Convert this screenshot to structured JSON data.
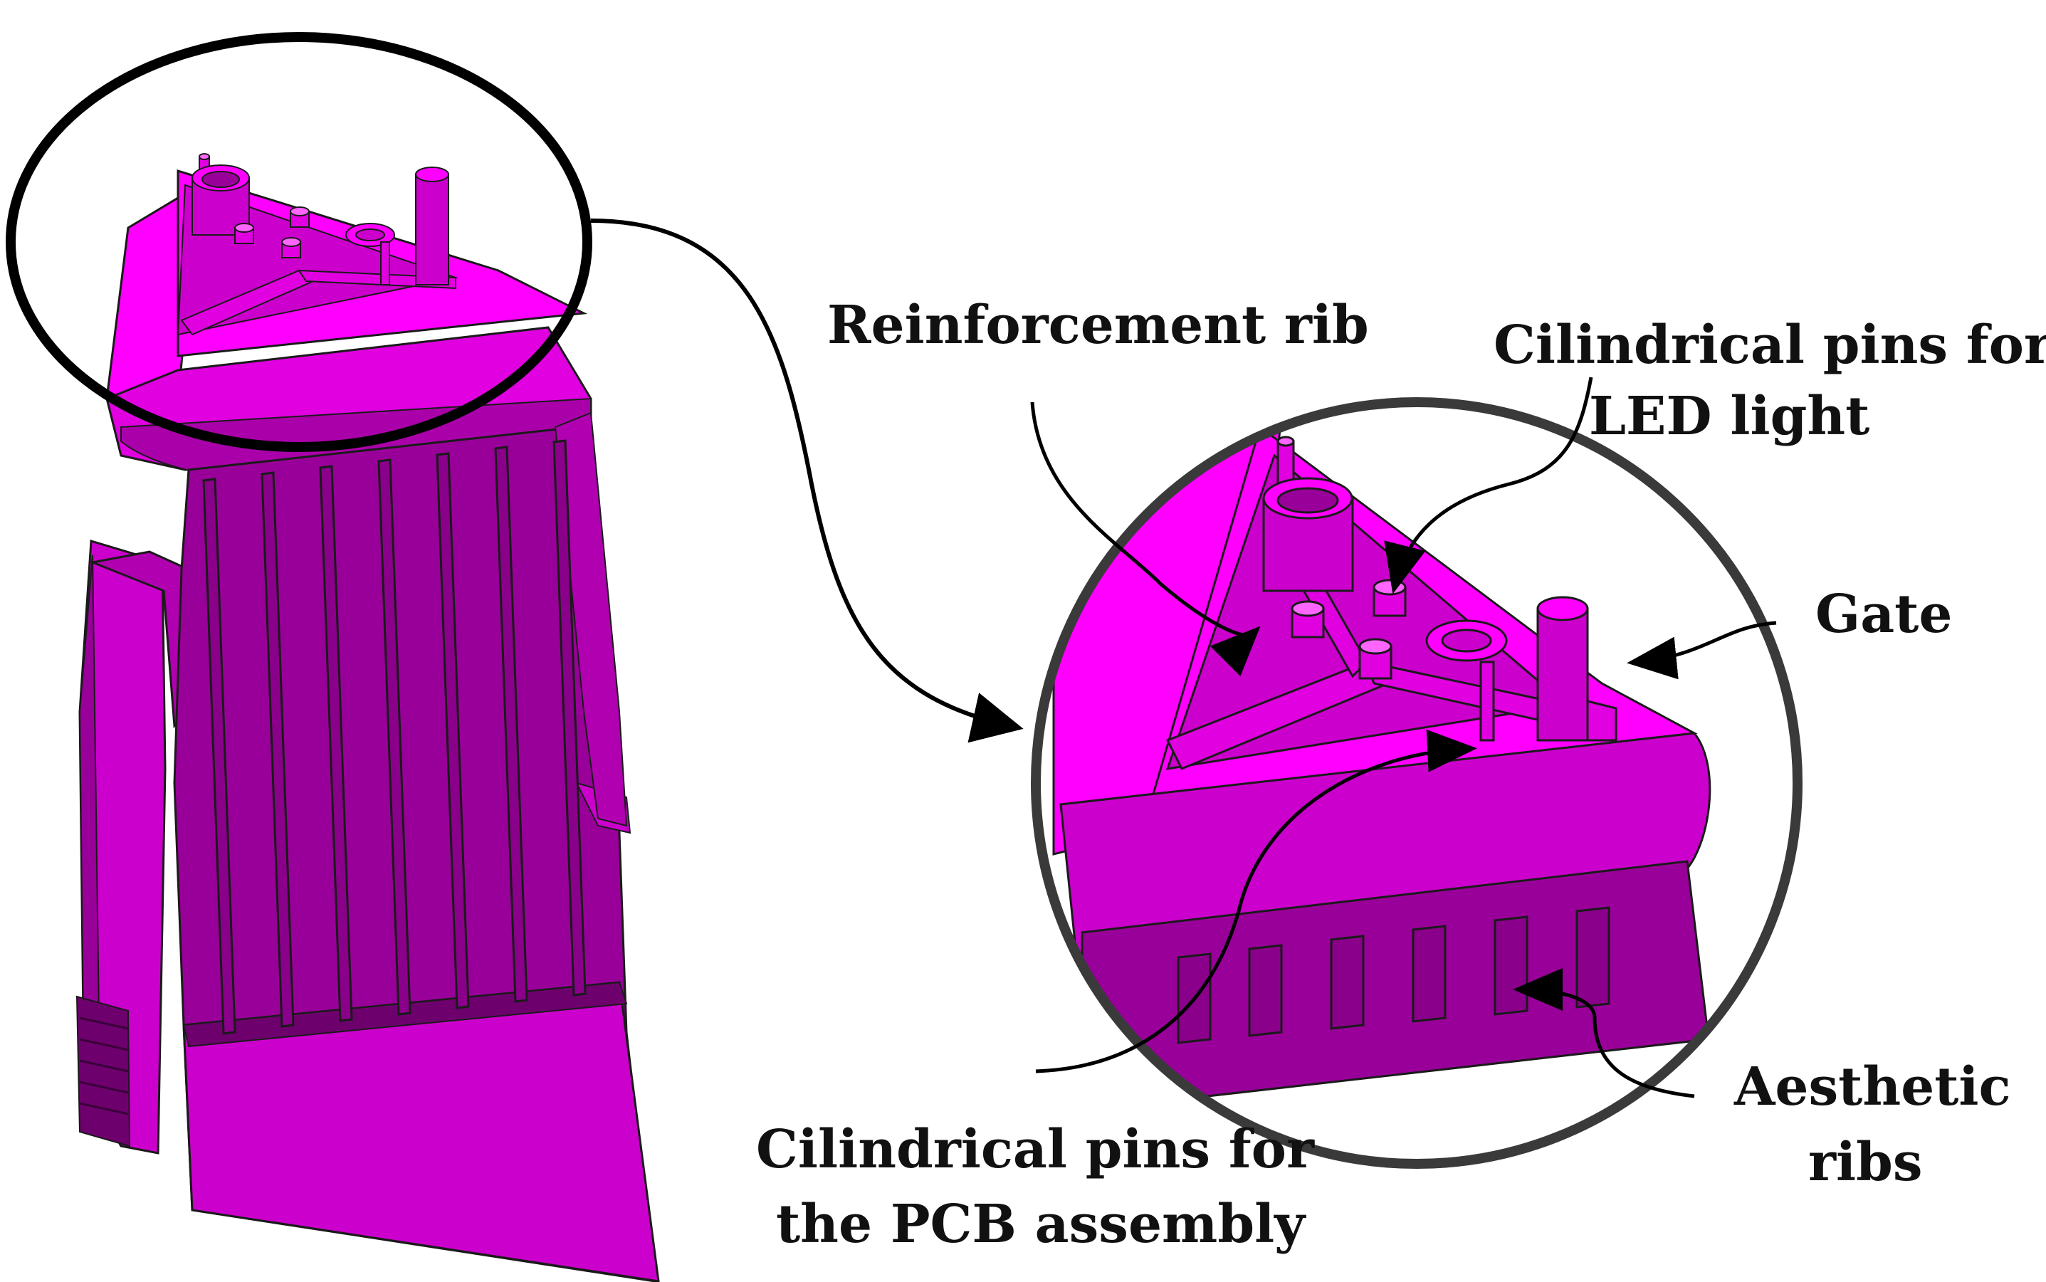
{
  "labels": {
    "reinforcement_rib": "Reinforcement rib",
    "cil_pins_led_line1": "Cilindrical pins for",
    "cil_pins_led_line2": "LED light",
    "gate": "Gate",
    "aesthetic_ribs_line1": "Aesthetic",
    "aesthetic_ribs_line2": "ribs",
    "cil_pins_pcb_line1": "Cilindrical pins for",
    "cil_pins_pcb_line2": "the PCB assembly"
  },
  "colors": {
    "part_bright": "#ff00ff",
    "part_mid": "#cc00cc",
    "part_dark": "#990099",
    "part_deep": "#6e006e",
    "outline": "#1a1a1a",
    "callout_circle": "#000000",
    "detail_circle": "#3a3a3a"
  }
}
